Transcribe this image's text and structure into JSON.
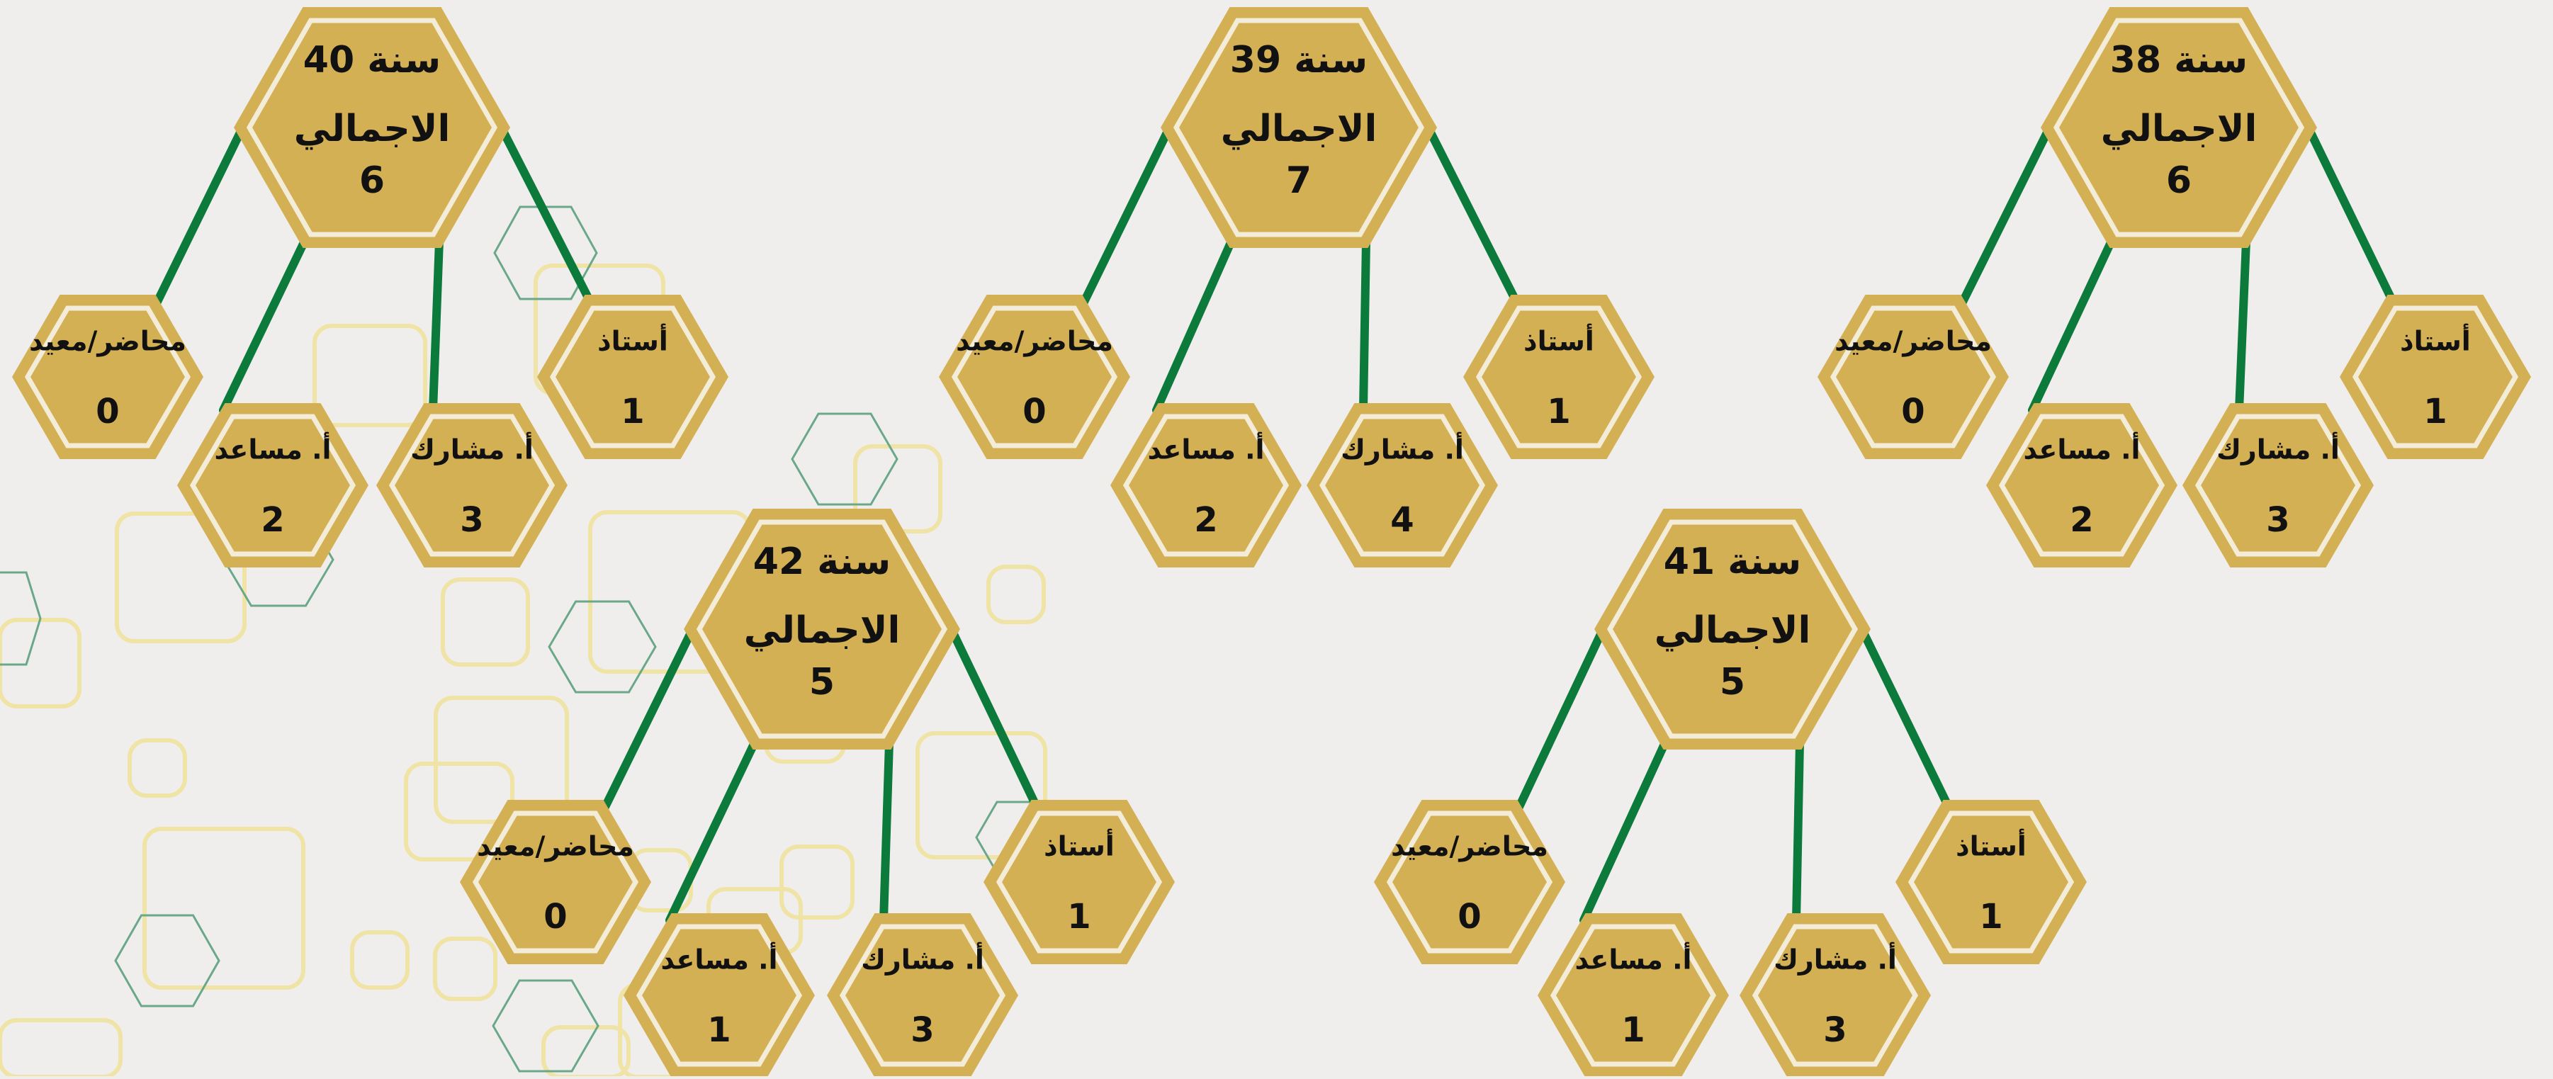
{
  "colors": {
    "background": "#f0eeed",
    "hex_fill": "#d4b054",
    "hex_border": "#d4b054",
    "hex_inner_line": "#f3ecd8",
    "connector": "#0b7a3a",
    "deco_square": "#efe3a6",
    "deco_hex": "#6aa889",
    "text": "#111111"
  },
  "years": [
    {
      "title": "سنة 40",
      "total_label": "الاجمالي",
      "total": "6",
      "lecturer_label": "محاضر/معيد",
      "lecturer": "0",
      "assistant_label": "أ. مساعد",
      "assistant": "2",
      "associate_label": "أ. مشارك",
      "associate": "3",
      "professor_label": "أستاذ",
      "professor": "1"
    },
    {
      "title": "سنة 39",
      "total_label": "الاجمالي",
      "total": "7",
      "lecturer_label": "محاضر/معيد",
      "lecturer": "0",
      "assistant_label": "أ. مساعد",
      "assistant": "2",
      "associate_label": "أ. مشارك",
      "associate": "4",
      "professor_label": "أستاذ",
      "professor": "1"
    },
    {
      "title": "سنة 38",
      "total_label": "الاجمالي",
      "total": "6",
      "lecturer_label": "محاضر/معيد",
      "lecturer": "0",
      "assistant_label": "أ. مساعد",
      "assistant": "2",
      "associate_label": "أ. مشارك",
      "associate": "3",
      "professor_label": "أستاذ",
      "professor": "1"
    },
    {
      "title": "سنة 42",
      "total_label": "الاجمالي",
      "total": "5",
      "lecturer_label": "محاضر/معيد",
      "lecturer": "0",
      "assistant_label": "أ. مساعد",
      "assistant": "1",
      "associate_label": "أ. مشارك",
      "associate": "3",
      "professor_label": "أستاذ",
      "professor": "1"
    },
    {
      "title": "سنة 41",
      "total_label": "الاجمالي",
      "total": "5",
      "lecturer_label": "محاضر/معيد",
      "lecturer": "0",
      "assistant_label": "أ. مساعد",
      "assistant": "1",
      "associate_label": "أ. مشارك",
      "associate": "3",
      "professor_label": "أستاذ",
      "professor": "1"
    }
  ]
}
